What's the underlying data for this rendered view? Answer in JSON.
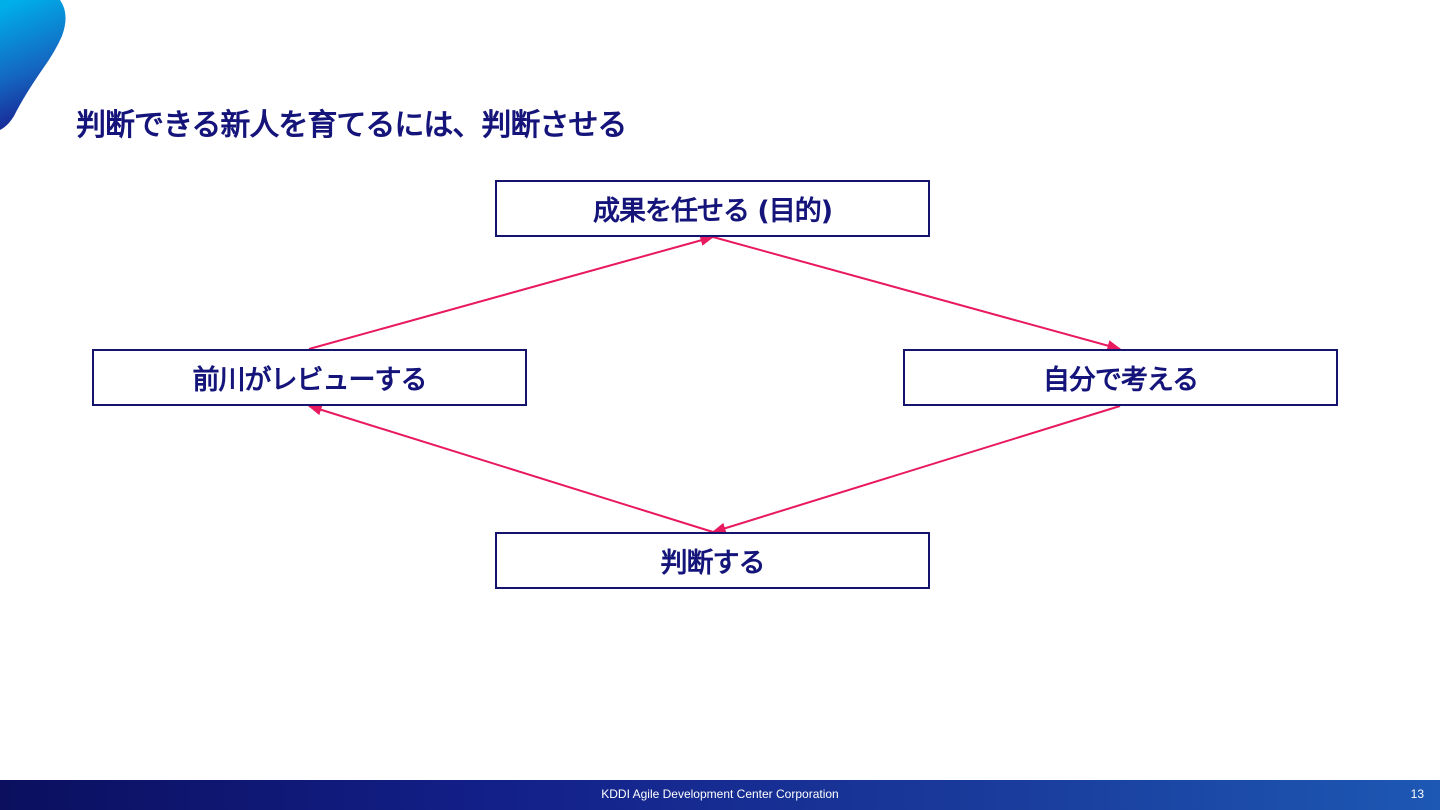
{
  "slide": {
    "title": "判断できる新人を育てるには、判断させる",
    "page_number": "13"
  },
  "diagram": {
    "nodes": {
      "top": "成果を任せる (目的)",
      "left": "前川がレビューする",
      "right": "自分で考える",
      "bottom": "判断する"
    },
    "edges": [
      {
        "from": "top",
        "to": "right"
      },
      {
        "from": "right",
        "to": "bottom"
      },
      {
        "from": "bottom",
        "to": "left"
      },
      {
        "from": "left",
        "to": "top"
      }
    ]
  },
  "footer": {
    "company": "KDDI Agile Development Center Corporation"
  },
  "colors": {
    "text": "#14147a",
    "box_border": "#14146e",
    "arrow": "#e8195f",
    "footer_start": "#0b0f5e",
    "footer_end": "#1d58b4",
    "logo_start": "#00aee8",
    "logo_end": "#1a1a8c"
  }
}
